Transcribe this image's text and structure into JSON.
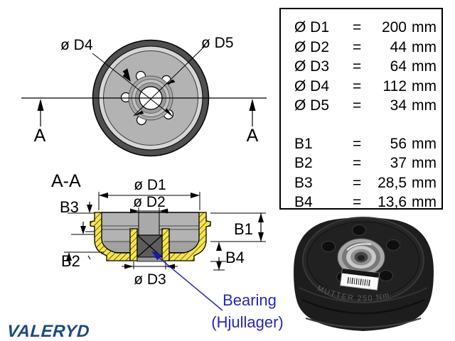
{
  "front_view": {
    "label_d4": "ø D4",
    "label_d5": "ø D5",
    "section_marker_left": "A",
    "section_marker_right": "A"
  },
  "section_view": {
    "title": "A-A",
    "label_d1": "ø D1",
    "label_d2": "ø D2",
    "label_d3": "ø D3",
    "label_b1": "B1",
    "label_b2": "B2",
    "label_b3": "B3",
    "label_b4": "B4"
  },
  "bearing_callout": {
    "line1": "Bearing",
    "line2": "(Hjullager)",
    "color": "#2626bf"
  },
  "dimensions_table": {
    "rows": [
      {
        "label": "Ø D1",
        "eq": "=",
        "value": "200",
        "unit": "mm"
      },
      {
        "label": "Ø D2",
        "eq": "=",
        "value": "44",
        "unit": "mm"
      },
      {
        "label": "Ø D3",
        "eq": "=",
        "value": "64",
        "unit": "mm"
      },
      {
        "label": "Ø D4",
        "eq": "=",
        "value": "112",
        "unit": "mm"
      },
      {
        "label": "Ø D5",
        "eq": "=",
        "value": "34",
        "unit": "mm"
      },
      {
        "label": "B1",
        "eq": "=",
        "value": "56",
        "unit": "mm"
      },
      {
        "label": "B2",
        "eq": "=",
        "value": "37",
        "unit": "mm"
      },
      {
        "label": "B3",
        "eq": "=",
        "value": "28,5",
        "unit": "mm"
      },
      {
        "label": "B4",
        "eq": "=",
        "value": "13,6",
        "unit": "mm"
      }
    ]
  },
  "photo": {
    "rim_text": "MUTTER 250 Nm"
  },
  "logo": {
    "text": "VALERYD",
    "color": "#1a4c80"
  },
  "colors": {
    "hatch_yellow": "#f6e44c",
    "drawing_line": "#000000",
    "face_gray": "#b3b3b3",
    "rim_dark_gray": "#4f4f4f",
    "callout_blue": "#2626bf"
  }
}
